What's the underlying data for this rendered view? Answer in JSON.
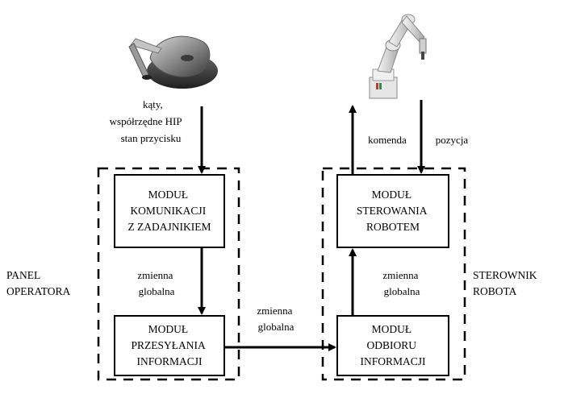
{
  "haptic_input_label": [
    "kąty,",
    "współrzędne HIP",
    "stan przycisku"
  ],
  "robot_labels": {
    "command": "komenda",
    "position": "pozycja"
  },
  "modules": {
    "haptic_comm": [
      "MODUŁ",
      "KOMUNIKACJI",
      "Z ZADAJNIKIEM"
    ],
    "sending": [
      "MODUŁ",
      "PRZESYŁANIA",
      "INFORMACJI"
    ],
    "robot_control": [
      "MODUŁ",
      "STEROWANIA",
      "ROBOTEM"
    ],
    "receiving": [
      "MODUŁ",
      "ODBIORU",
      "INFORMACJI"
    ]
  },
  "variable_labels": {
    "left": [
      "zmienna",
      "globalna"
    ],
    "middle": [
      "zmienna",
      "globalna"
    ],
    "right": [
      "zmienna",
      "globalna"
    ]
  },
  "groups": {
    "operator_panel": [
      "PANEL",
      "OPERATORA"
    ],
    "robot_controller": [
      "STEROWNIK",
      "ROBOTA"
    ]
  }
}
